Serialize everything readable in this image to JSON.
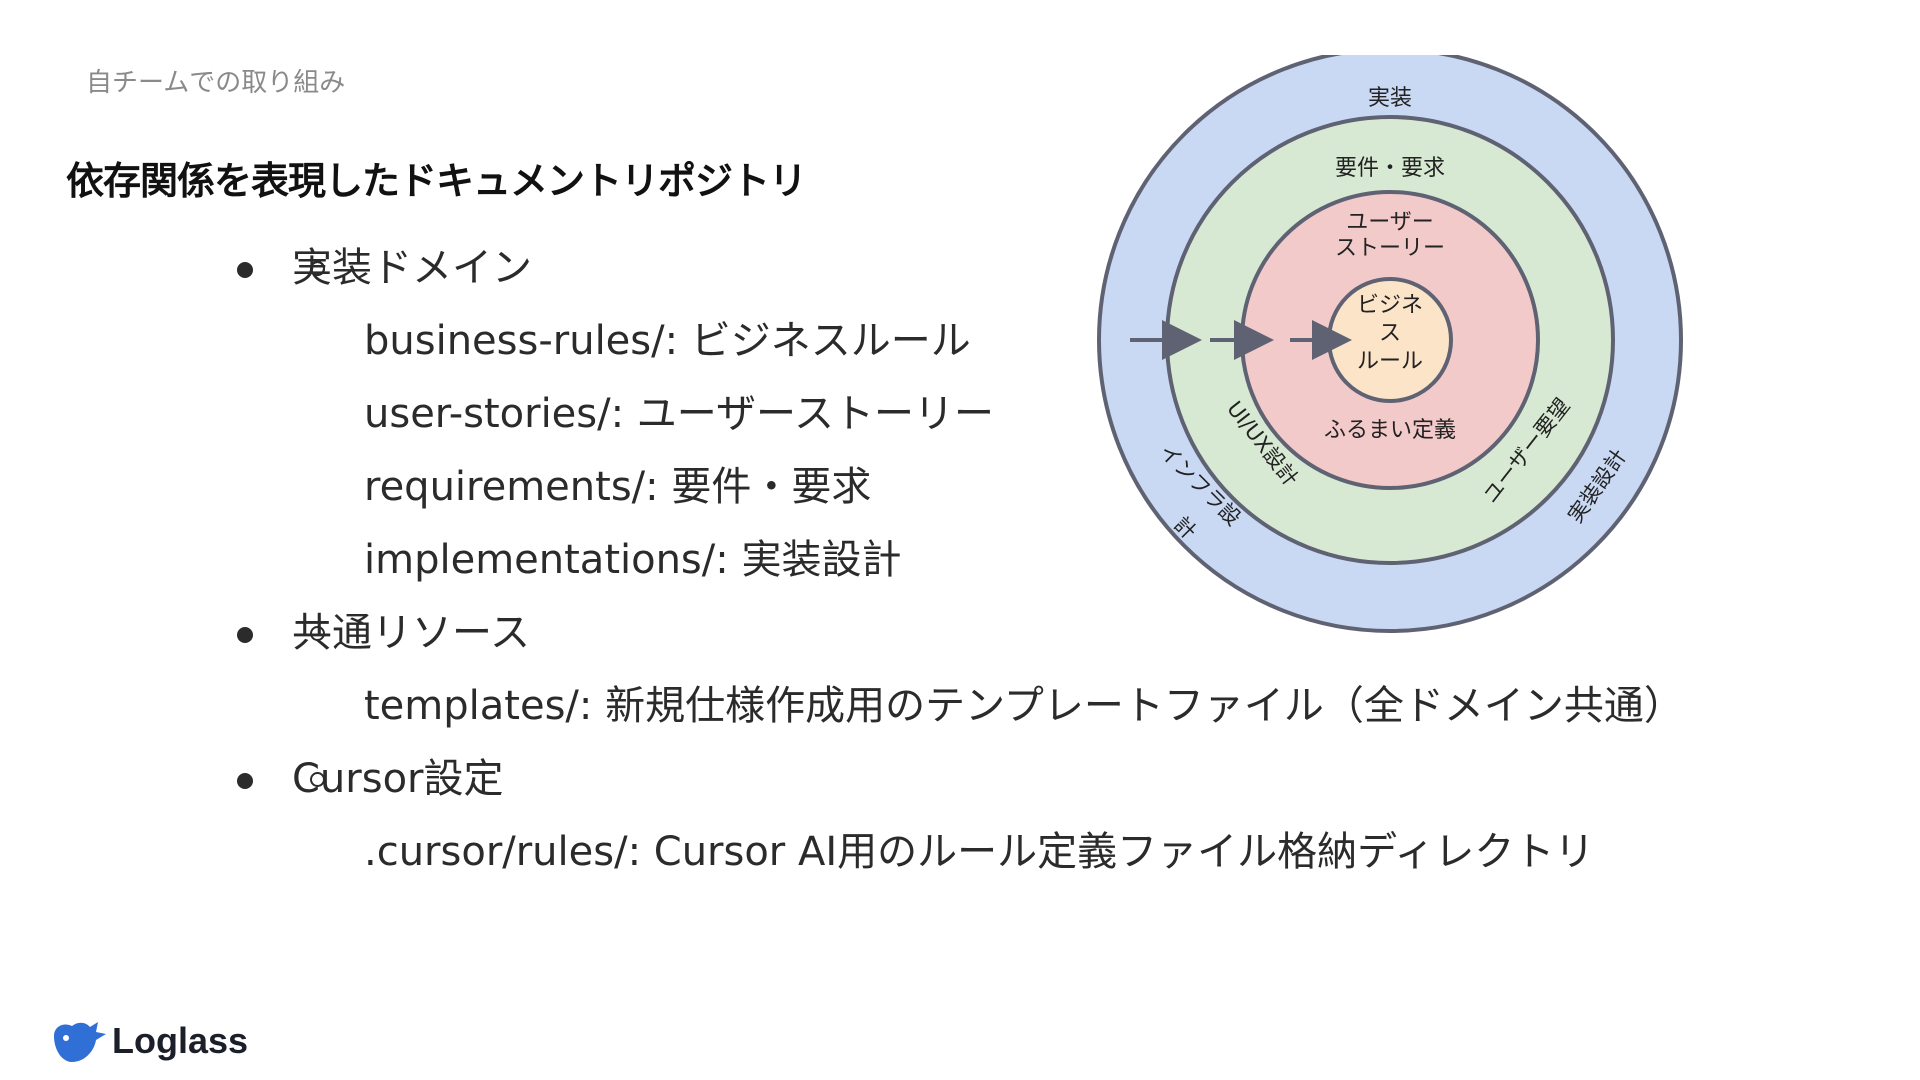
{
  "header": {
    "breadcrumb": "自チームでの取り組み"
  },
  "title": "依存関係を表現したドキュメントリポジトリ",
  "outline": [
    {
      "label": "実装ドメイン",
      "children": [
        {
          "label": "business-rules/: ビジネスルール"
        },
        {
          "label": "user-stories/: ユーザーストーリー"
        },
        {
          "label": "requirements/: 要件・要求"
        },
        {
          "label": "implementations/: 実装設計"
        }
      ]
    },
    {
      "label": "共通リソース",
      "children": [
        {
          "label": "templates/: 新規仕様作成用のテンプレートファイル（全ドメイン共通）"
        }
      ]
    },
    {
      "label": "Cursor設定",
      "children": [
        {
          "label": ".cursor/rules/: Cursor AI用のルール定義ファイル格納ディレクトリ"
        }
      ]
    }
  ],
  "diagram": {
    "rings": {
      "outer": {
        "label": "実装",
        "fill": "#c9d9f4"
      },
      "second": {
        "label": "要件・要求",
        "fill": "#d8e9d3"
      },
      "third": {
        "label_line1": "ユーザー",
        "label_line2": "ストーリー",
        "fill": "#f3caca"
      },
      "core": {
        "label_line1": "ビジネ",
        "label_line2": "ス",
        "label_line3": "ルール",
        "fill": "#fbe4c8"
      }
    },
    "annotations": {
      "behavior_definition": "ふるまい定義",
      "ui_ux_design": "UI/UX設計",
      "user_requests": "ユーザー要望",
      "infra_design_line1": "インフラ設",
      "infra_design_line2": "計",
      "implementation_design": "実装設計"
    },
    "stroke_color": "#5f6272"
  },
  "footer": {
    "logo_text": "Loglass",
    "logo_color": "#2f6fd6"
  }
}
